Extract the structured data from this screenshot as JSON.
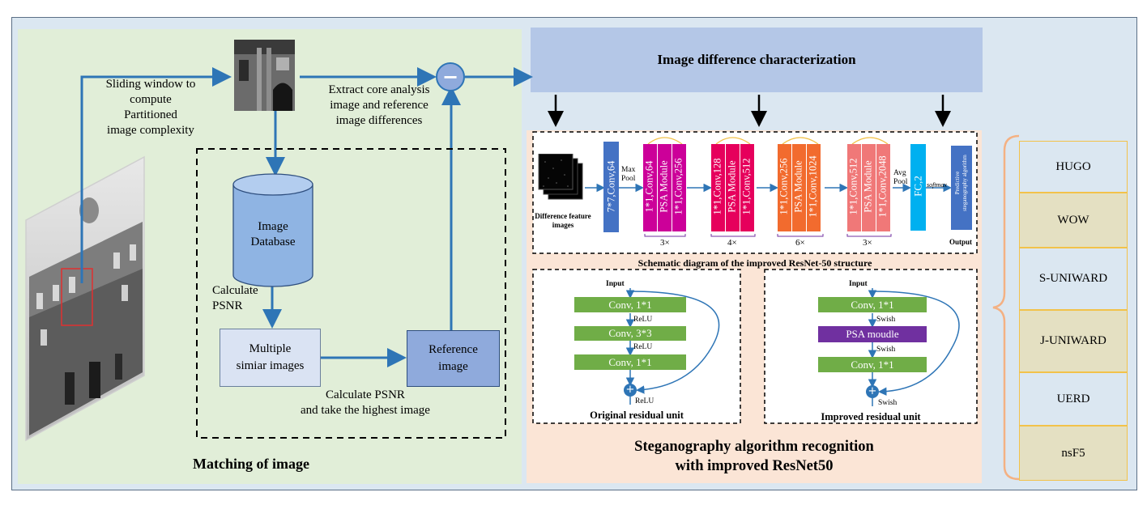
{
  "left_panel": {
    "title": "Matching of image",
    "sliding_label": [
      "Sliding window to",
      "compute",
      "Partitioned",
      "image complexity"
    ],
    "extract_label": [
      "Extract core analysis",
      "image and reference",
      "image differences"
    ],
    "database_label": [
      "Image",
      "Database"
    ],
    "calc_psnr_label": [
      "Calculate",
      "PSNR"
    ],
    "multiple_label": [
      "Multiple",
      "simiar images"
    ],
    "reference_label": [
      "Reference",
      "image"
    ],
    "calc_highest_label": [
      "Calculate PSNR",
      "and take the highest image"
    ],
    "minus_symbol": "−"
  },
  "diff_box": {
    "title": "Image difference characterization"
  },
  "resnet": {
    "caption": "Schematic diagram of the improved ResNet-50 structure",
    "input_label": [
      "Difference feature",
      "images"
    ],
    "conv7": "7*7,Conv,64",
    "maxpool": [
      "Max",
      "Pool"
    ],
    "blocks": [
      {
        "lines": [
          "1*1,Conv,64",
          "PSA Module",
          "1*1,Conv,256"
        ],
        "repeat": "3×",
        "color": "#cc0099"
      },
      {
        "lines": [
          "1*1,Conv,128",
          "PSA Module",
          "1*1,Conv,512"
        ],
        "repeat": "4×",
        "color": "#e6005c"
      },
      {
        "lines": [
          "1*1,Conv,256",
          "PSA Module",
          "1*1,Conv,1024"
        ],
        "repeat": "6×",
        "color": "#f26b2e"
      },
      {
        "lines": [
          "1*1,Conv,512",
          "PSA Module",
          "1*1,Conv,2048"
        ],
        "repeat": "3×",
        "color": "#f07878"
      }
    ],
    "avgpool": [
      "Avg",
      "Pool"
    ],
    "fc": "FC,2",
    "softmax": "softmax",
    "output_box": [
      "Predictive",
      "steganography algorithm"
    ],
    "output_label": "Output"
  },
  "original_unit": {
    "title": "Original residual unit",
    "input": "Input",
    "layers": [
      "Conv, 1*1",
      "Conv, 3*3",
      "Conv, 1*1"
    ],
    "acts": [
      "ReLU",
      "ReLU",
      "ReLU"
    ],
    "plus": "+"
  },
  "improved_unit": {
    "title": "Improved residual unit",
    "input": "Input",
    "layers": [
      "Conv, 1*1",
      "PSA moudle",
      "Conv, 1*1"
    ],
    "acts": [
      "Swish",
      "Swish",
      "Swish"
    ],
    "plus": "+"
  },
  "right_title": [
    "Steganography algorithm recognition",
    "with improved ResNet50"
  ],
  "classes": [
    {
      "label": "HUGO",
      "bg": "#dbe7f1"
    },
    {
      "label": "WOW",
      "bg": "#e4e0c2"
    },
    {
      "label": "S-UNIWARD",
      "bg": "#dbe7f1"
    },
    {
      "label": "J-UNIWARD",
      "bg": "#e4e0c2"
    },
    {
      "label": "UERD",
      "bg": "#dbe7f1"
    },
    {
      "label": "nsF5",
      "bg": "#e4e0c2"
    }
  ],
  "colors": {
    "arrow_blue": "#2e75b6",
    "db_fill": "#8fb4e3",
    "multiple_fill": "#dae3f3",
    "reference_fill": "#8faadc",
    "conv_blue": "#4472c4",
    "fc_cyan": "#00b0f0",
    "bracket_orange": "#f4b183"
  }
}
